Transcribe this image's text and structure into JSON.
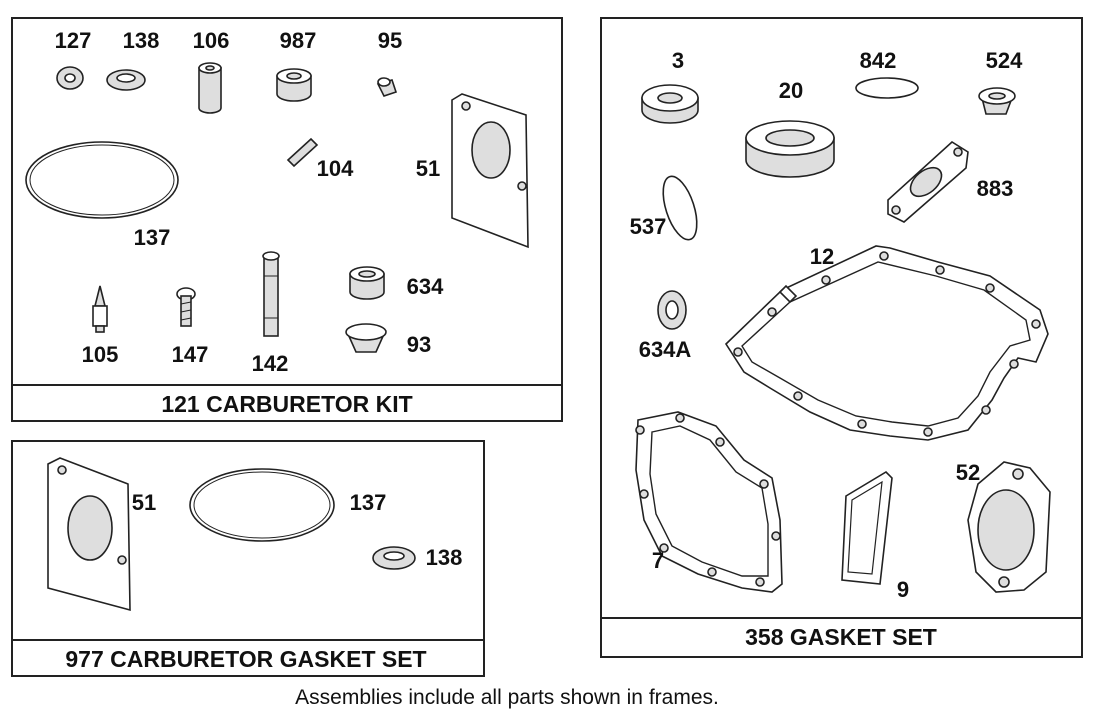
{
  "frames": {
    "carburetor_kit": {
      "title": "121 CARBURETOR KIT",
      "parts": [
        "127",
        "138",
        "106",
        "987",
        "95",
        "104",
        "51",
        "137",
        "634",
        "105",
        "147",
        "142",
        "93"
      ]
    },
    "carburetor_gasket_set": {
      "title": "977 CARBURETOR GASKET SET",
      "parts": [
        "51",
        "137",
        "138"
      ]
    },
    "gasket_set": {
      "title": "358 GASKET SET",
      "parts": [
        "3",
        "20",
        "842",
        "524",
        "537",
        "883",
        "12",
        "634A",
        "52",
        "7",
        "9"
      ]
    }
  },
  "footer": "Assemblies include all parts shown in frames."
}
